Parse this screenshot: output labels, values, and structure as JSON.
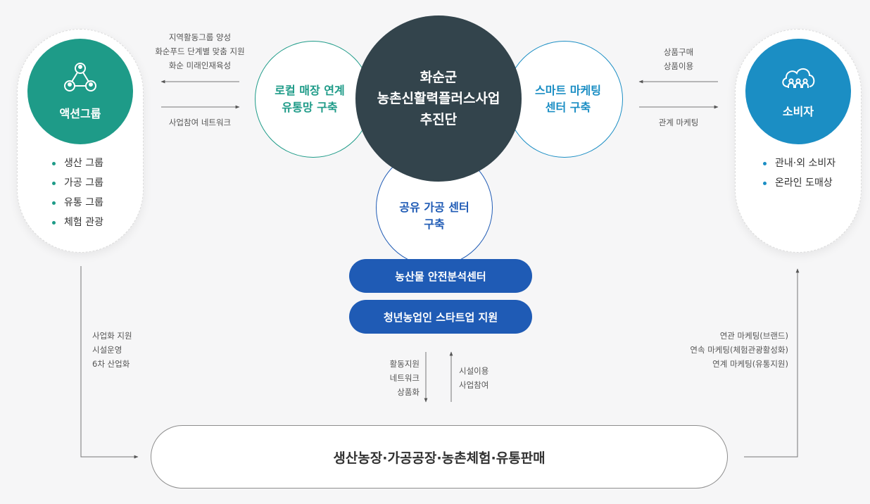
{
  "colors": {
    "teal": "#1e9b88",
    "blue": "#1f5bb5",
    "sky": "#1b8ec4",
    "dark": "#33444c"
  },
  "left": {
    "title": "액션그룹",
    "icon": "network-people-icon",
    "items": [
      "생산 그룹",
      "가공 그룹",
      "유통 그룹",
      "체험 관광"
    ]
  },
  "right": {
    "title": "소비자",
    "icon": "cloud-people-icon",
    "items": [
      "관내·외 소비자",
      "온라인 도매상"
    ]
  },
  "center": {
    "core": [
      "화순군",
      "농촌신활력플러스사업",
      "추진단"
    ],
    "local": [
      "로컬 매장 연계",
      "유통망 구축"
    ],
    "smart": [
      "스마트 마케팅",
      "센터 구축"
    ],
    "shared": [
      "공유 가공 센터",
      "구축"
    ],
    "pill1": "농산물 안전분석센터",
    "pill2": "청년농업인 스타트업 지원"
  },
  "bottom": "생산농장·가공공장·농촌체험·유통판매",
  "annotations": {
    "left_top": [
      "지역활동그룹 양성",
      "화순푸드 단계별 맞춤 지원",
      "화순 미래인재육성"
    ],
    "left_bottom": "사업참여 네트워크",
    "right_top": [
      "상품구매",
      "상품이용"
    ],
    "right_bottom": "관계 마케팅",
    "left_vertical": [
      "사업화 지원",
      "시설운영",
      "6차 산업화"
    ],
    "right_vertical": [
      "연관 마케팅(브랜드)",
      "연속 마케팅(체험관광활성화)",
      "연계 마케팅(유통지원)"
    ],
    "center_down": [
      "활동지원",
      "네트워크",
      "상품화"
    ],
    "center_up": [
      "시설이용",
      "사업참여"
    ]
  }
}
